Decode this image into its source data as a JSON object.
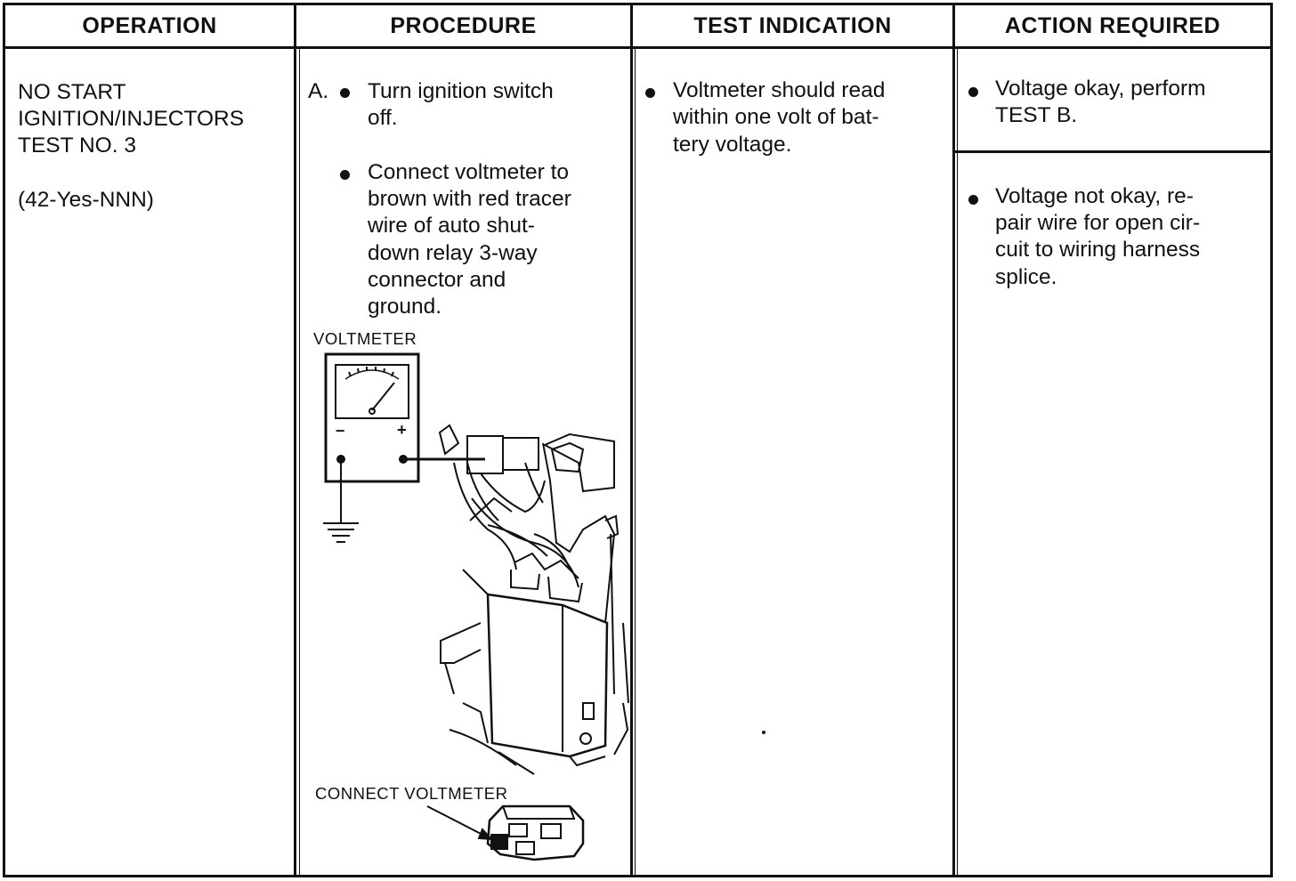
{
  "headers": {
    "operation": "OPERATION",
    "procedure": "PROCEDURE",
    "test_indication": "TEST INDICATION",
    "action_required": "ACTION REQUIRED"
  },
  "operation": {
    "lines": [
      "NO START",
      "IGNITION/INJECTORS",
      "TEST NO. 3"
    ],
    "code": "(42-Yes-NNN)"
  },
  "procedure": {
    "step_label": "A.",
    "step1_lines": [
      "Turn ignition switch",
      "off."
    ],
    "step2_lines": [
      "Connect voltmeter to",
      "brown with red tracer",
      "wire of auto shut-",
      "down relay 3-way",
      "connector and",
      "ground."
    ],
    "figure_voltmeter_label": "VOLTMETER",
    "figure_connect_label": "CONNECT VOLTMETER",
    "meter_minus": "–",
    "meter_plus": "+"
  },
  "test_indication": {
    "lines": [
      "Voltmeter should read",
      "within one volt of bat-",
      "tery voltage."
    ]
  },
  "action_required": {
    "ok_lines": [
      "Voltage okay, perform",
      "TEST B."
    ],
    "not_ok_lines": [
      "Voltage not okay, re-",
      "pair wire for open cir-",
      "cuit to wiring harness",
      "splice."
    ]
  }
}
